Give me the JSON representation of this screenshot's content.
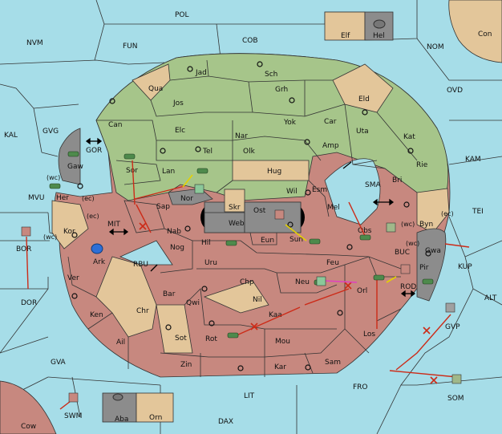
{
  "map": {
    "colors": {
      "sea": "#a6dde8",
      "green": "#a6c58a",
      "tan": "#e3c69a",
      "red": "#c7887f",
      "gray": "#8c8c8c",
      "black": "#000000",
      "tank": "#4e8a4c",
      "fleet_blue": "#2e6fd6",
      "order_red": "#cc2b18",
      "order_yellow": "#e5d200",
      "order_magenta": "#e040c0"
    },
    "sea_labels": {
      "pol": "POL",
      "cob": "COB",
      "fun": "FUN",
      "nvm": "NVM",
      "nom": "NOM",
      "ovd": "OVD",
      "kal": "KAL",
      "gvg": "GVG",
      "kam": "KAM",
      "gor": "GOR",
      "mvu": "MVU",
      "mit": "MIT",
      "tei": "TEI",
      "sma": "SMA",
      "buc": "BUC",
      "rod": "ROD",
      "kup": "KUP",
      "alt": "ALT",
      "dor": "DOR",
      "bor": "BOR",
      "rbu": "RBU",
      "gva": "GVA",
      "fro": "FRO",
      "lit": "LIT",
      "gvp": "GVP",
      "som": "SOM",
      "swm": "SWM",
      "dax": "DAX"
    },
    "provinces": {
      "con": "Con",
      "elf": "Elf",
      "hel": "Hel",
      "cow": "Cow",
      "aba": "Aba",
      "orn": "Orn",
      "jad": "Jad",
      "sch": "Sch",
      "qua": "Qua",
      "jos": "Jos",
      "grh": "Grh",
      "eld": "Eld",
      "can": "Can",
      "yok": "Yok",
      "car": "Car",
      "uta": "Uta",
      "elc": "Elc",
      "nar": "Nar",
      "kat": "Kat",
      "gaw": "Gaw",
      "tel": "Tel",
      "olk": "Olk",
      "amp": "Amp",
      "rie": "Rie",
      "sor": "Sor",
      "lan": "Lan",
      "hug": "Hug",
      "bri": "Bri",
      "nor": "Nor",
      "esm": "Esm",
      "wil": "Wil",
      "her": "Her",
      "sap": "Sap",
      "skr": "Skr",
      "byn": "Byn",
      "mel": "Mel",
      "ost": "Ost",
      "web": "Web",
      "kor": "Kor",
      "nab": "Nab",
      "obs": "Obs",
      "hil": "Hil",
      "eun": "Eun",
      "sun": "Sun",
      "gwa": "Gwa",
      "nog": "Nog",
      "ark": "Ark",
      "pir": "Pir",
      "feu": "Feu",
      "uru": "Uru",
      "ver": "Ver",
      "chp": "Chp",
      "neu": "Neu",
      "orl": "Orl",
      "bar": "Bar",
      "qwi": "Qwi",
      "nil": "Nil",
      "ken": "Ken",
      "chr": "Chr",
      "kaa": "Kaa",
      "los": "Los",
      "ail": "Ail",
      "sot": "Sot",
      "rot": "Rot",
      "mou": "Mou",
      "zin": "Zin",
      "kar": "Kar",
      "sam": "Sam"
    },
    "coast_labels": [
      "(wc)",
      "(ec)",
      "(ec)",
      "(wc)",
      "(wc)",
      "(ec)",
      "(wc)"
    ]
  }
}
